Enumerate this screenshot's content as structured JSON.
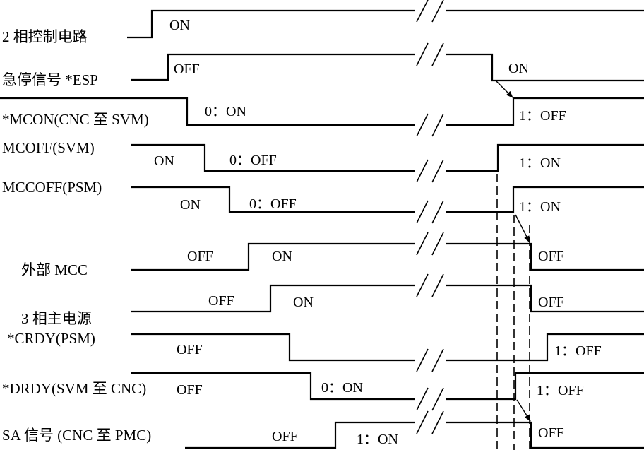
{
  "signals": [
    {
      "label": "2 相控制电路",
      "states": [
        "ON"
      ]
    },
    {
      "label": "急停信号 *ESP",
      "states": [
        "OFF",
        "ON"
      ]
    },
    {
      "label": "*MCON(CNC 至 SVM)",
      "states": [
        "0：ON",
        "1：OFF"
      ]
    },
    {
      "label": "MCOFF(SVM)",
      "states": [
        "ON",
        "0：OFF",
        "1：ON"
      ]
    },
    {
      "label": "MCCOFF(PSM)",
      "states": [
        "ON",
        "0：OFF",
        "1：ON"
      ]
    },
    {
      "label": "外部 MCC",
      "states": [
        "OFF",
        "ON",
        "OFF"
      ]
    },
    {
      "label": "3 相主电源",
      "states": [
        "OFF",
        "ON",
        "OFF"
      ]
    },
    {
      "label": "*CRDY(PSM)",
      "states": [
        "OFF",
        "1：OFF"
      ]
    },
    {
      "label": "*DRDY(SVM 至 CNC)",
      "states": [
        "OFF",
        "0：ON",
        "1：OFF"
      ]
    },
    {
      "label": "SA 信号 (CNC 至 PMC)",
      "states": [
        "OFF",
        "1：ON",
        "OFF"
      ]
    }
  ]
}
